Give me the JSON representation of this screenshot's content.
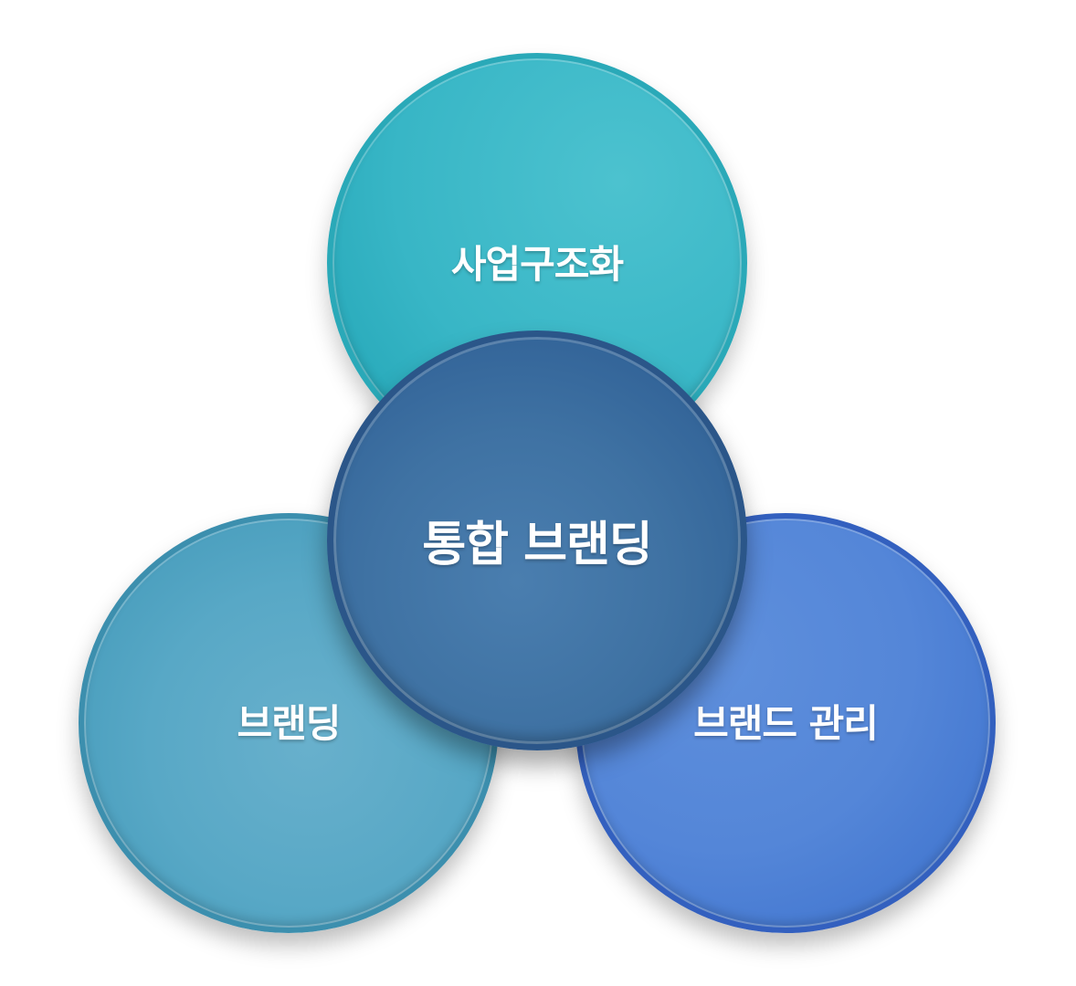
{
  "diagram": {
    "center": {
      "label": "통합 브랜딩",
      "color": "#3f72a3"
    },
    "top": {
      "label": "사업구조화",
      "color": "#38b6c6"
    },
    "left": {
      "label": "브랜딩",
      "color": "#58a8c6"
    },
    "right": {
      "label": "브랜드 관리",
      "color": "#5486d8"
    }
  }
}
